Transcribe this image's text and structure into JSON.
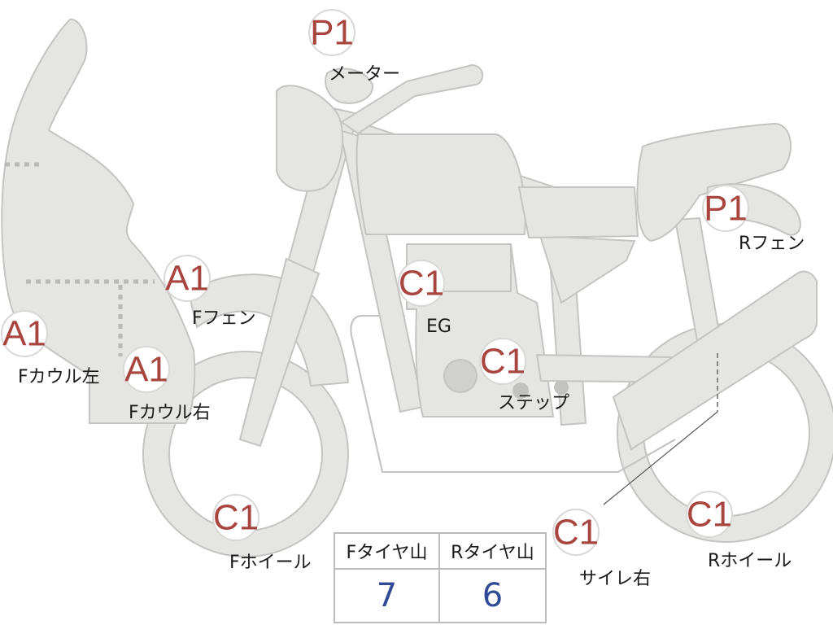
{
  "colors": {
    "part_fill": "#e5e5e3",
    "part_stroke": "#c4c4c2",
    "grade_text": "#a9453f",
    "tire_value": "#2f4a96"
  },
  "inspection_points": [
    {
      "grade": "P1",
      "label": "メーター"
    },
    {
      "grade": "P1",
      "label": "Rフェン"
    },
    {
      "grade": "C1",
      "label": "EG"
    },
    {
      "grade": "A1",
      "label": "Fフェン"
    },
    {
      "grade": "A1",
      "label": "Fカウル左"
    },
    {
      "grade": "A1",
      "label": "Fカウル右"
    },
    {
      "grade": "C1",
      "label": "ステップ"
    },
    {
      "grade": "C1",
      "label": "Fホイール"
    },
    {
      "grade": "C1",
      "label": "サイレ右"
    },
    {
      "grade": "C1",
      "label": "Rホイール"
    }
  ],
  "tire_table": {
    "headers": [
      "Fタイヤ山",
      "Rタイヤ山"
    ],
    "values": [
      "7",
      "6"
    ]
  }
}
